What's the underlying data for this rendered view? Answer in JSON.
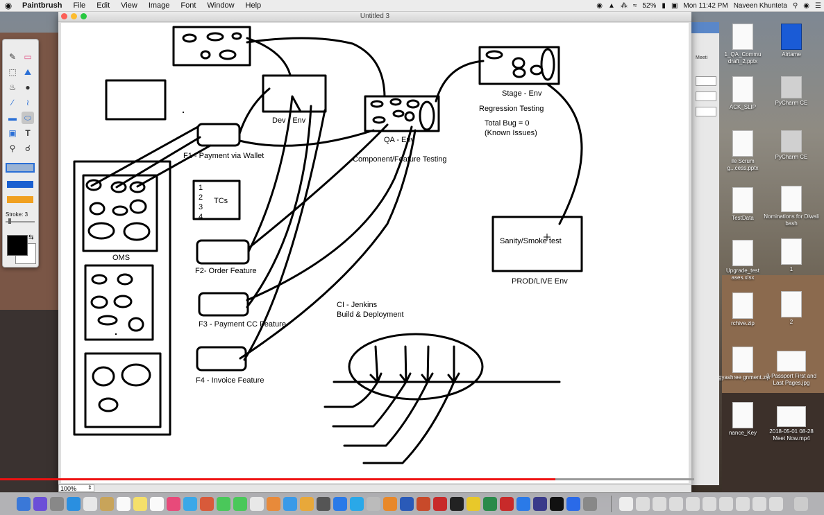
{
  "menubar": {
    "apple": "",
    "items": [
      "Paintbrush",
      "File",
      "Edit",
      "View",
      "Image",
      "Font",
      "Window",
      "Help"
    ],
    "battery": "52%",
    "clock": "Mon 11:42 PM",
    "user": "Naveen Khunteta"
  },
  "window": {
    "title": "Untitled 3"
  },
  "toolbox": {
    "stroke_label": "Stroke: 3"
  },
  "zoom": {
    "value": "100%"
  },
  "video_progress": 0.8,
  "diagram": {
    "dev_env": "Dev - Env",
    "qa_env": "QA - Env",
    "stage_env": "Stage - Env",
    "component_testing": "Component/Feature Testing",
    "regression_testing": "Regression Testing",
    "total_bug": "Total Bug = 0",
    "known_issues": "(Known Issues)",
    "f1": "F1 - Payment via Wallet",
    "f2": "F2- Order Feature",
    "f3": "F3 - Payment CC Feature",
    "f4": "F4 - Invoice Feature",
    "oms": "OMS",
    "tcs": "TCs",
    "tc_numbers": [
      "1",
      "2",
      "3",
      "4"
    ],
    "sanity": "Sanity/Smoke test",
    "prod": "PROD/LIVE Env",
    "ci_jenkins": "CI - Jenkins",
    "build_deploy": "Build & Deployment"
  },
  "side_window": {
    "label": "Meeti"
  },
  "desktop_icons": [
    {
      "label": "1_QA_Commu draft_2.pptx"
    },
    {
      "label": "Airtame"
    },
    {
      "label": "ACK_SLIP"
    },
    {
      "label": "PyCharm CE"
    },
    {
      "label": "ile Scrum g...cess.pptx"
    },
    {
      "label": "PyCharm CE"
    },
    {
      "label": "TestData"
    },
    {
      "label": "Nominations for Diwali bash"
    },
    {
      "label": "Upgrade_test ases.xlsx"
    },
    {
      "label": "1"
    },
    {
      "label": "rchive.zip"
    },
    {
      "label": "2"
    },
    {
      "label": "agyashree gnment.zip"
    },
    {
      "label": "3-Passport First and Last Pages.jpg"
    },
    {
      "label": "nance_Key"
    },
    {
      "label": "2018-05-01 08-28 Meet Now.mp4"
    }
  ]
}
